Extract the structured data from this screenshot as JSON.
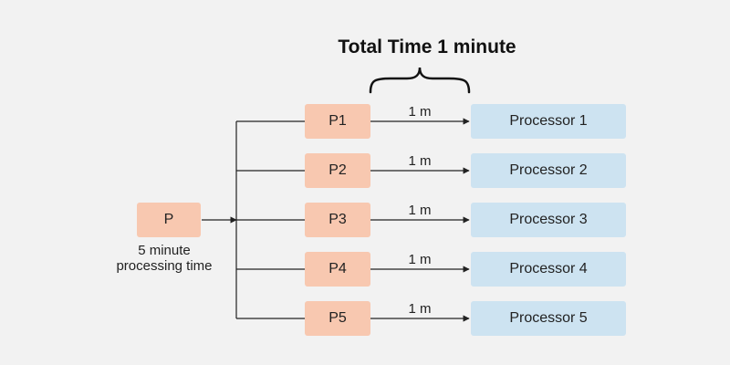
{
  "diagram": {
    "title": "Total Time 1 minute",
    "source": {
      "label": "P",
      "caption_line1": "5 minute",
      "caption_line2": "processing time"
    },
    "branches": [
      {
        "task": "P1",
        "edge": "1 m",
        "processor": "Processor 1"
      },
      {
        "task": "P2",
        "edge": "1 m",
        "processor": "Processor 2"
      },
      {
        "task": "P3",
        "edge": "1 m",
        "processor": "Processor 3"
      },
      {
        "task": "P4",
        "edge": "1 m",
        "processor": "Processor 4"
      },
      {
        "task": "P5",
        "edge": "1 m",
        "processor": "Processor 5"
      }
    ],
    "colors": {
      "background": "#f2f2f2",
      "task_fill": "#f8c8b0",
      "processor_fill": "#cde3f1",
      "line": "#222222"
    }
  }
}
